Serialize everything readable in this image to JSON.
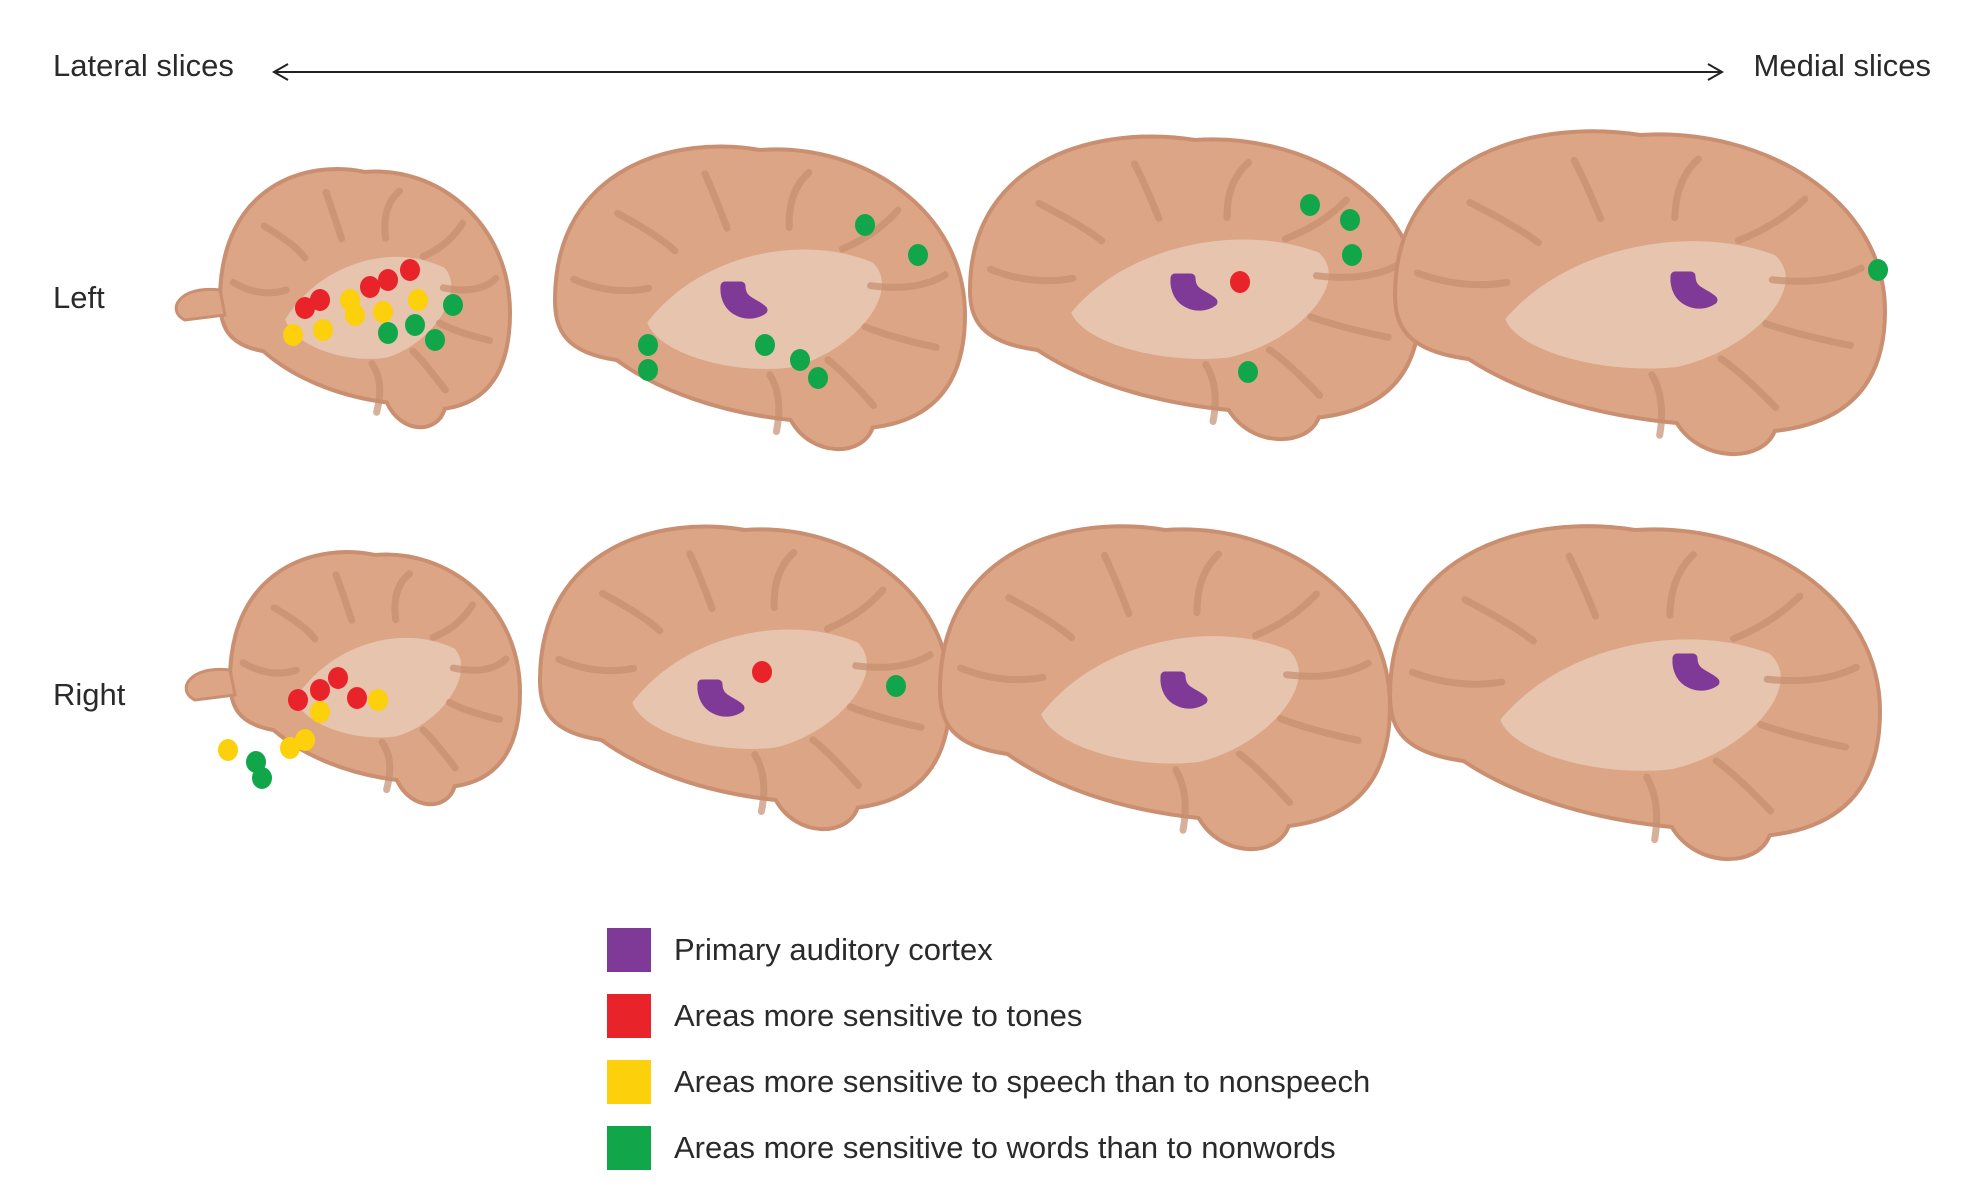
{
  "header": {
    "lateral": "Lateral slices",
    "medial": "Medial slices"
  },
  "rows": {
    "left": "Left",
    "right": "Right"
  },
  "colors": {
    "brain": "#dca585",
    "brain_edge": "#c98f70",
    "white_matter": "#eacfbb",
    "gyri": "#c58e6f",
    "primary": "#7f3a98",
    "tones": "#e8232a",
    "speech": "#fcd00b",
    "words": "#12a64b"
  },
  "legend": [
    {
      "label": "Primary auditory cortex",
      "color": "#7f3a98",
      "icon": "purple-square-swatch"
    },
    {
      "label": "Areas more sensitive to tones",
      "color": "#e8232a",
      "icon": "red-square-swatch"
    },
    {
      "label": "Areas more sensitive to speech than to nonspeech",
      "color": "#fcd00b",
      "icon": "yellow-square-swatch"
    },
    {
      "label": "Areas more sensitive to words than to nonwords",
      "color": "#12a64b",
      "icon": "green-square-swatch"
    }
  ]
}
